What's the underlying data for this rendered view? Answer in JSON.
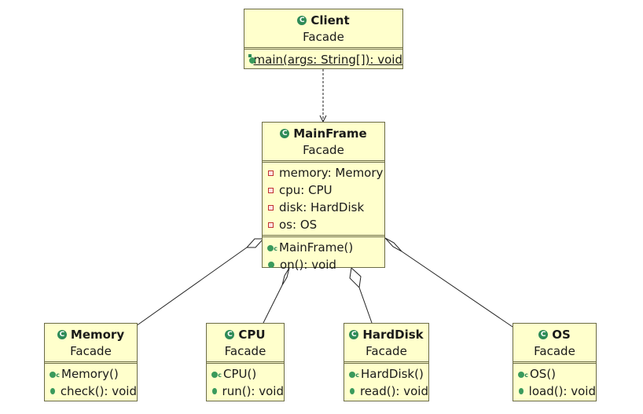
{
  "classes": {
    "client": {
      "name": "Client",
      "package": "Facade",
      "methods": [
        "main(args: String[]): void"
      ]
    },
    "mainframe": {
      "name": "MainFrame",
      "package": "Facade",
      "fields": [
        "memory: Memory",
        "cpu: CPU",
        "disk: HardDisk",
        "os: OS"
      ],
      "methods": [
        "MainFrame()",
        "on(): void"
      ]
    },
    "memory": {
      "name": "Memory",
      "package": "Facade",
      "methods": [
        "Memory()",
        "check(): void"
      ]
    },
    "cpu": {
      "name": "CPU",
      "package": "Facade",
      "methods": [
        "CPU()",
        "run(): void"
      ]
    },
    "harddisk": {
      "name": "HardDisk",
      "package": "Facade",
      "methods": [
        "HardDisk()",
        "read(): void"
      ]
    },
    "os": {
      "name": "OS",
      "package": "Facade",
      "methods": [
        "OS()",
        "load(): void"
      ]
    }
  },
  "relations": [
    {
      "type": "dependency",
      "from": "Client",
      "to": "MainFrame"
    },
    {
      "type": "aggregation",
      "whole": "MainFrame",
      "part": "Memory"
    },
    {
      "type": "aggregation",
      "whole": "MainFrame",
      "part": "CPU"
    },
    {
      "type": "aggregation",
      "whole": "MainFrame",
      "part": "HardDisk"
    },
    {
      "type": "aggregation",
      "whole": "MainFrame",
      "part": "OS"
    }
  ]
}
